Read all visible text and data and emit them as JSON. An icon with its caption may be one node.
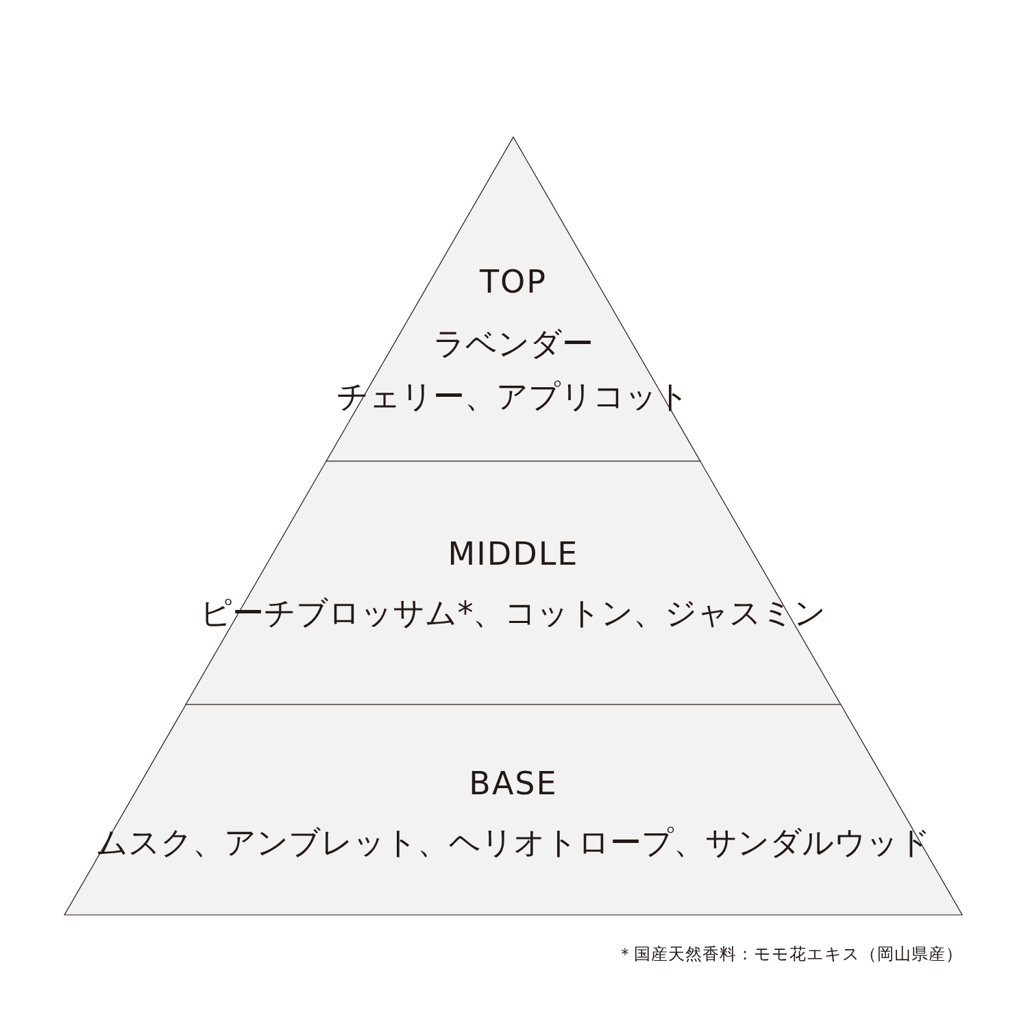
{
  "diagram": {
    "nodes": [
      {
        "text": [
          "TOP",
          "ラベンダー",
          "チェリー、アプリコット"
        ]
      },
      {
        "text": [
          "MIDDLE",
          "ピーチブロッサム*、コットン、ジャスミン"
        ]
      },
      {
        "text": [
          "BASE",
          "ムスク、アンブレット、ヘリオトロープ、サンダルウッド"
        ]
      }
    ],
    "labels": [
      "＊国産天然香料：モモ花エキス（岡山県産）"
    ]
  }
}
